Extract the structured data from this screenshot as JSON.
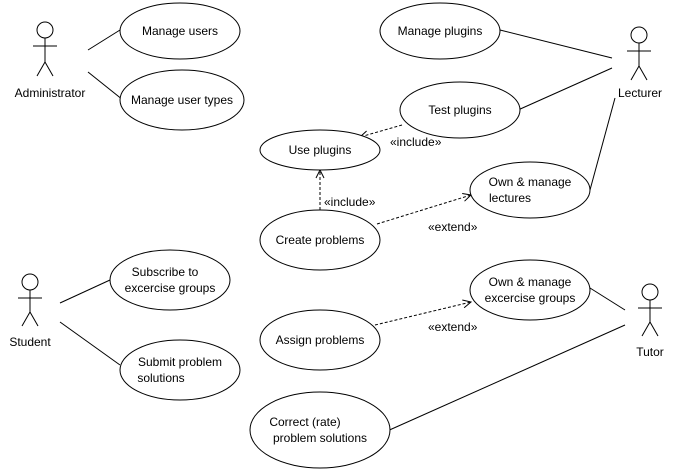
{
  "actors": {
    "administrator": "Administrator",
    "lecturer": "Lecturer",
    "student": "Student",
    "tutor": "Tutor"
  },
  "use_cases": {
    "manage_users": "Manage users",
    "manage_user_types": "Manage user types",
    "manage_plugins": "Manage plugins",
    "test_plugins": "Test plugins",
    "use_plugins": "Use plugins",
    "own_manage_lectures": [
      "Own & manage",
      "lectures"
    ],
    "create_problems": "Create problems",
    "subscribe_groups": [
      "Subscribe to",
      "excercise groups"
    ],
    "submit_solutions": [
      "Submit problem",
      "solutions"
    ],
    "own_manage_groups": [
      "Own & manage",
      "excercise groups"
    ],
    "assign_problems": "Assign problems",
    "correct_solutions": [
      "Correct (rate)",
      "problem solutions"
    ]
  },
  "relations": {
    "include_test_use": "«include»",
    "include_create_use": "«include»",
    "extend_create_lectures": "«extend»",
    "extend_assign_groups": "«extend»"
  }
}
